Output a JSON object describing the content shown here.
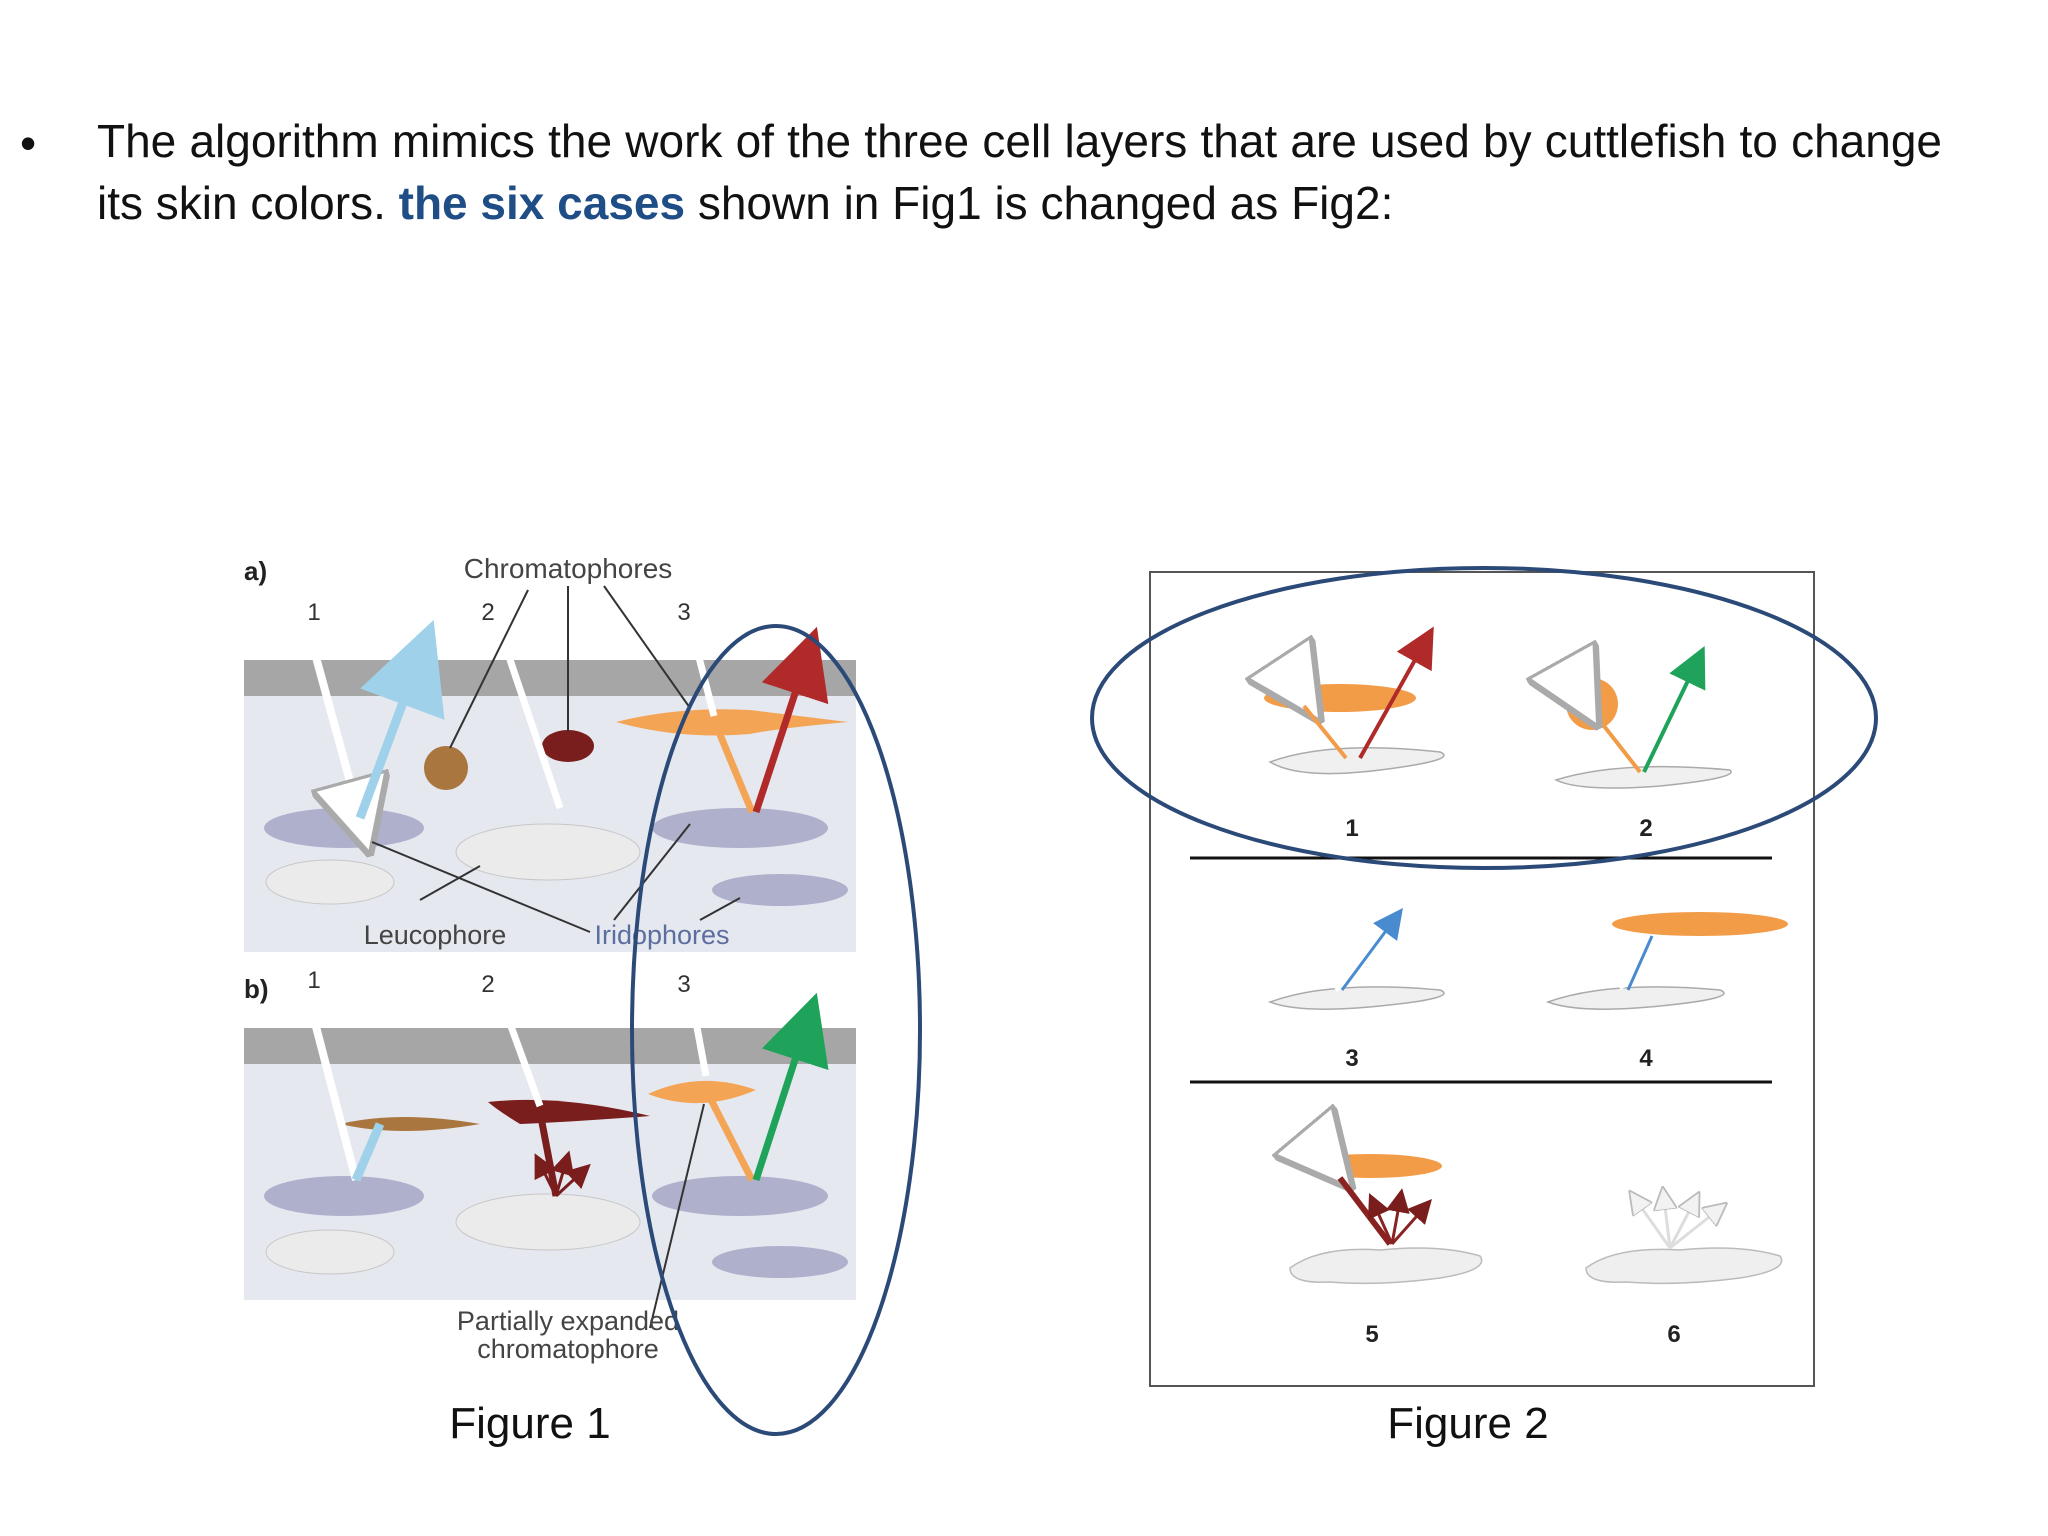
{
  "bullet": {
    "symbol": "•",
    "text_part1": "The algorithm mimics the work of the three cell layers that are used by cuttlefish to change its skin colors. ",
    "highlight": "the six cases",
    "text_part2": " shown in Fig1 is changed  as Fig2:",
    "highlight_color": "#1f4e86"
  },
  "figure1": {
    "panel_a_label": "a)",
    "panel_b_label": "b)",
    "chromatophores_label": "Chromatophores",
    "leucophore_label": "Leucophore",
    "iridophores_label": "Iridophores",
    "partially_expanded_label_line1": "Partially expanded",
    "partially_expanded_label_line2": "chromatophore",
    "case_numbers": [
      "1",
      "2",
      "3"
    ],
    "caption": "Figure 1"
  },
  "figure2": {
    "case_numbers": [
      "1",
      "2",
      "3",
      "4",
      "5",
      "6"
    ],
    "caption": "Figure 2"
  },
  "colors": {
    "highlight_ellipse": "#2b4a78",
    "chromatophore_orange": "#f4a455",
    "chromatophore_brown": "#a9763f",
    "chromatophore_red": "#7a1d1d",
    "iridophore_purple": "#aeb0cc",
    "reflect_blue": "#9fd2ea",
    "reflect_red": "#b02a2a",
    "reflect_green": "#1fa35a"
  }
}
